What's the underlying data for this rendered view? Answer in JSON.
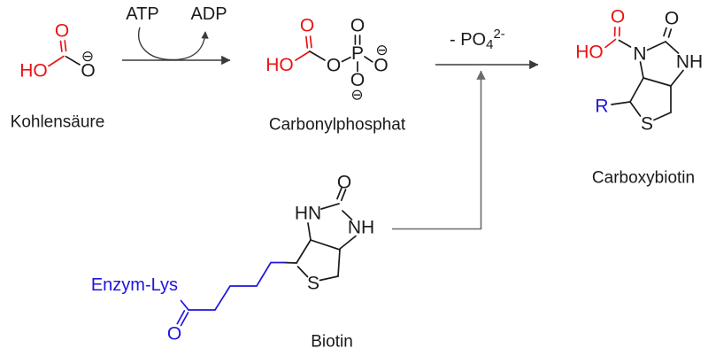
{
  "colors": {
    "red_oxygen_group": "#e81414",
    "blue_enzyme_group": "#1e14e0",
    "bond_black": "#1a1a1a",
    "reaction_arrow": "#3a3a3a",
    "branch_arrow": "#6b6b6b"
  },
  "reaction": {
    "atp": "ATP",
    "adp": "ADP",
    "po4_prefix": "- PO",
    "po4_sub": "4",
    "po4_sup": "2-"
  },
  "kohlensaeure": {
    "name": "Kohlensäure",
    "ho": "HO",
    "o_top": "O",
    "o_right": "O",
    "charge": "⊖"
  },
  "carbonylphosphat": {
    "name": "Carbonylphosphat",
    "ho": "HO",
    "o_top": "O",
    "o_bridge": "O",
    "p": "P",
    "o_p_top": "O",
    "o_right": "O",
    "charge_right": "⊖",
    "o_bottom": "O",
    "charge_bottom": "⊖"
  },
  "carboxybiotin": {
    "name": "Carboxybiotin",
    "ho": "HO",
    "o_carboxyl": "O",
    "n": "N",
    "o_ureido": "O",
    "nh": "NH",
    "r": "R",
    "s": "S"
  },
  "biotin": {
    "name": "Biotin",
    "hn": "HN",
    "o_ureido": "O",
    "nh": "NH",
    "s": "S",
    "enzym_lys": "Enzym-Lys",
    "o_amide": "O"
  }
}
